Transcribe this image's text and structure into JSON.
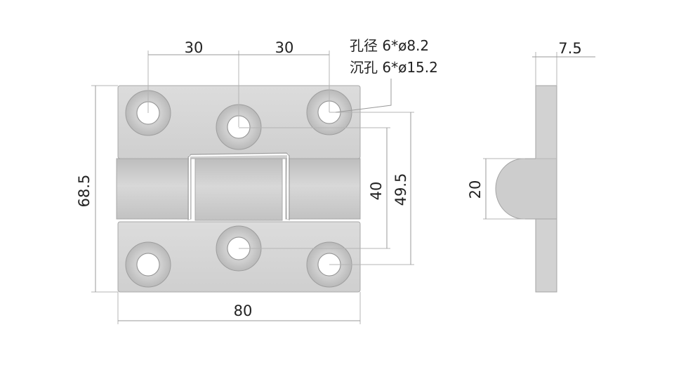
{
  "dimensions": {
    "top_left": "30",
    "top_right": "30",
    "overall_height": "68.5",
    "overall_width": "80",
    "inner_height": "40",
    "outer_height": "49.5",
    "side_thickness": "7.5",
    "knuckle_diameter": "20"
  },
  "notes": {
    "hole_line": "孔径 6*ø8.2",
    "counterbore_line": "沉孔 6*ø15.2"
  },
  "colors": {
    "plate_fill": "#d6d6d6",
    "knuckle_fill": "#cbcbcb",
    "hole_fill": "#ffffff",
    "dimension_line": "#9a9a9a",
    "text": "#222222"
  }
}
